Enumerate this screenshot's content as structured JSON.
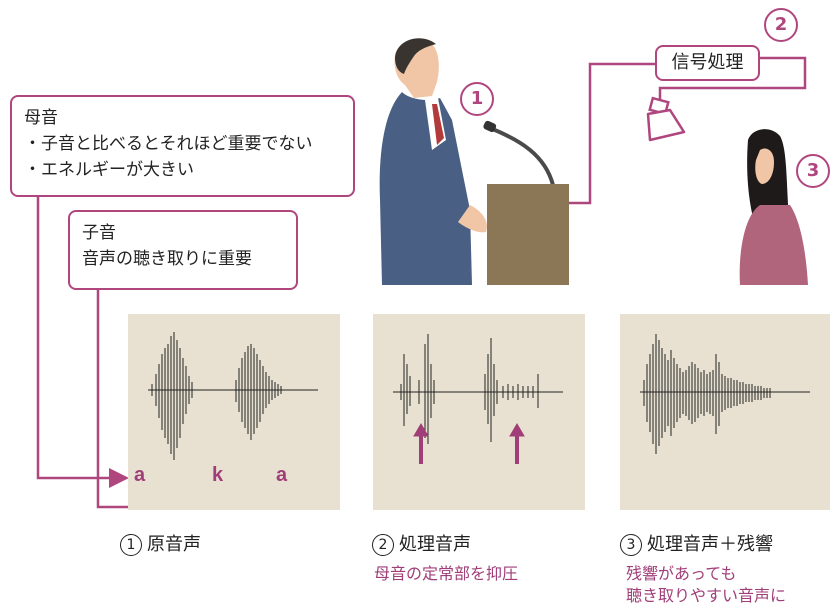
{
  "callout_vowel": {
    "title": "母音",
    "line1": "・子音と比べるとそれほど重要でない",
    "line2": "・エネルギーが大きい"
  },
  "callout_consonant": {
    "title": "子音",
    "line1": "音声の聴き取りに重要"
  },
  "signal_processing_label": "信号処理",
  "markers": {
    "one": "1",
    "two": "2",
    "three": "3"
  },
  "letters": {
    "a1": "a",
    "k": "k",
    "a2": "a"
  },
  "captions": {
    "original": "原音声",
    "processed": "処理音声",
    "processed_sub": "母音の定常部を抑圧",
    "reverb": "処理音声＋残響",
    "reverb_sub1": "残響があっても",
    "reverb_sub2": "聴き取りやすい音声に"
  },
  "colors": {
    "accent": "#b0467e",
    "panel": "#e8e1d2",
    "podium": "#8b7656",
    "suit": "#4a5f84",
    "dress": "#b1657d"
  }
}
